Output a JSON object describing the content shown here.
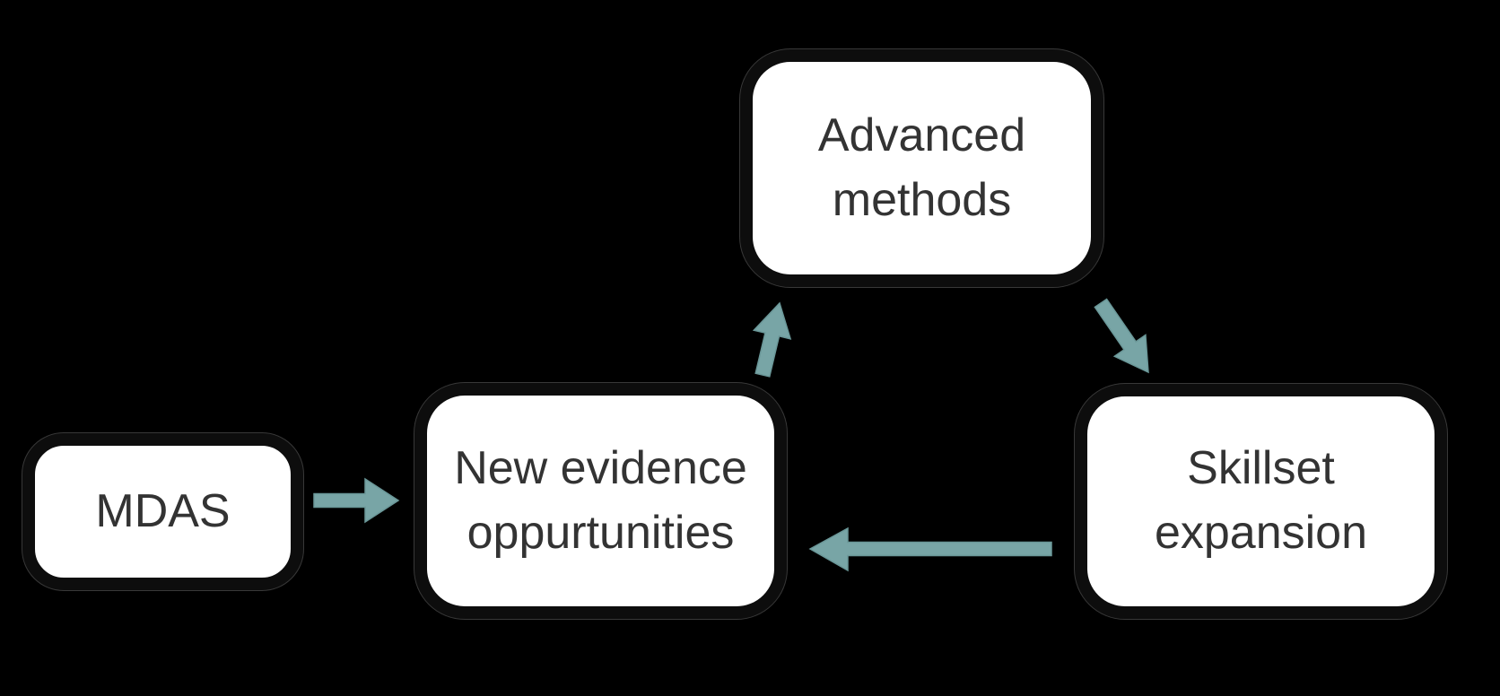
{
  "diagram": {
    "type": "flowchart-cycle",
    "background_color": "#000000",
    "node_fill": "#ffffff",
    "node_border_color": "#0d0d0d",
    "node_text_color": "#333333",
    "arrow_color": "#78a5a6",
    "nodes": [
      {
        "id": "mdas",
        "label": "MDAS"
      },
      {
        "id": "new-evidence",
        "label": "New evidence oppurtunities"
      },
      {
        "id": "advanced-methods",
        "label": "Advanced methods"
      },
      {
        "id": "skillset-expansion",
        "label": "Skillset expansion"
      }
    ],
    "edges": [
      {
        "from": "MDAS",
        "to": "New evidence oppurtunities",
        "direction": "right"
      },
      {
        "from": "New evidence oppurtunities",
        "to": "Advanced methods",
        "direction": "up"
      },
      {
        "from": "Advanced methods",
        "to": "Skillset expansion",
        "direction": "down-right"
      },
      {
        "from": "Skillset expansion",
        "to": "New evidence oppurtunities",
        "direction": "left"
      }
    ]
  }
}
